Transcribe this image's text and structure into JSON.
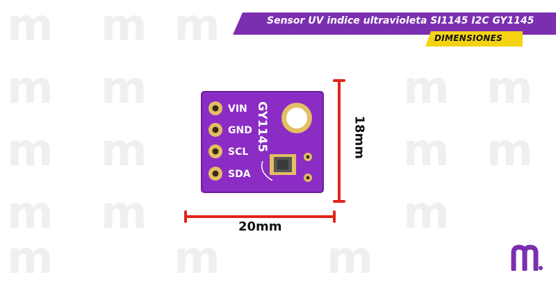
{
  "title": "Sensor UV indice ultravioleta SI1145 I2C GY1145",
  "subtitle": "DIMENSIONES",
  "board": {
    "model_label": "GY1145",
    "pins": [
      "VIN",
      "GND",
      "SCL",
      "SDA"
    ]
  },
  "dimensions": {
    "width": "20mm",
    "height": "18mm"
  },
  "watermark_letter": "m",
  "colors": {
    "banner_purple": "#7b2fb0",
    "banner_yellow": "#f4d313",
    "board_purple": "#8b2cc4",
    "measure_red": "#e2231a",
    "gold_pad": "#e2bf62",
    "logo_purple": "#7b2fb0"
  },
  "icons": [
    "brand-m-logo-icon"
  ]
}
